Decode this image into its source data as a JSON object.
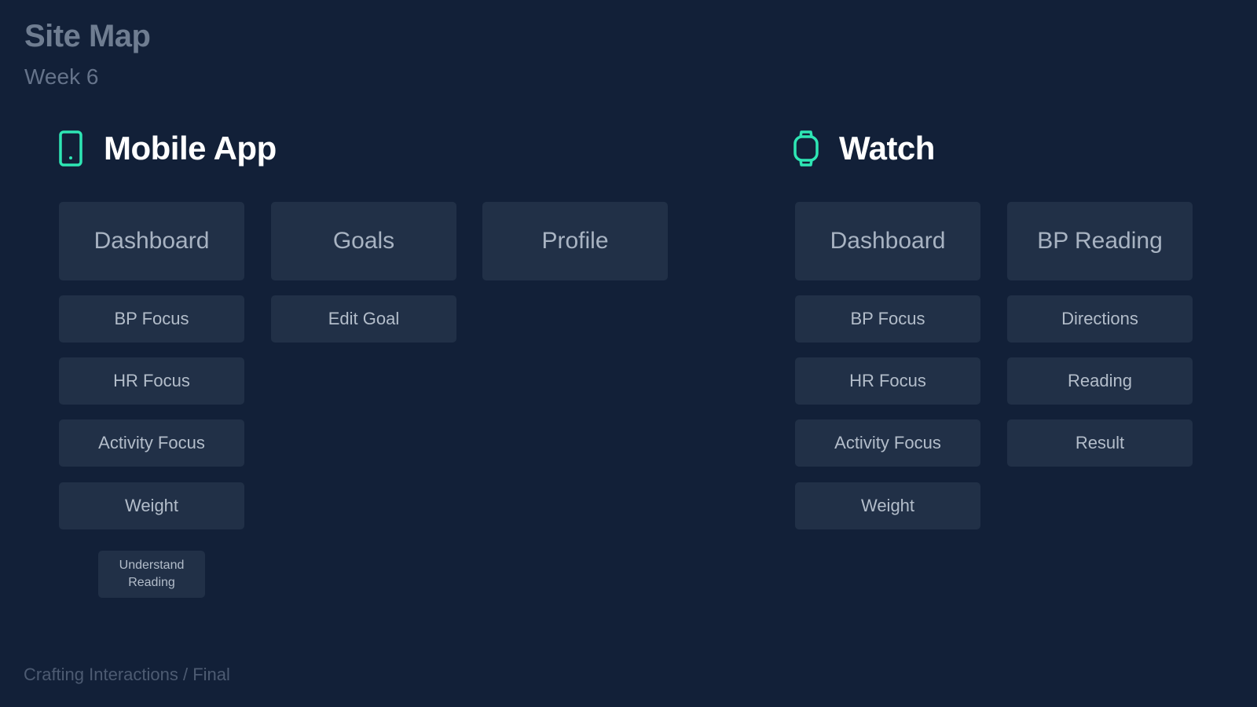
{
  "header": {
    "title": "Site Map",
    "subtitle": "Week 6"
  },
  "accent_color": "#2ee6b4",
  "sections": {
    "mobile": {
      "title": "Mobile App",
      "icon": "phone-icon",
      "columns": [
        {
          "top": "Dashboard",
          "children": [
            "BP Focus",
            "HR Focus",
            "Activity Focus",
            "Weight",
            "Understand Reading"
          ]
        },
        {
          "top": "Goals",
          "children": [
            "Edit Goal"
          ]
        },
        {
          "top": "Profile",
          "children": []
        }
      ]
    },
    "watch": {
      "title": "Watch",
      "icon": "watch-icon",
      "columns": [
        {
          "top": "Dashboard",
          "children": [
            "BP Focus",
            "HR Focus",
            "Activity Focus",
            "Weight"
          ]
        },
        {
          "top": "BP Reading",
          "children": [
            "Directions",
            "Reading",
            "Result"
          ]
        }
      ]
    }
  },
  "footer": {
    "text": "Crafting Interactions / Final"
  }
}
